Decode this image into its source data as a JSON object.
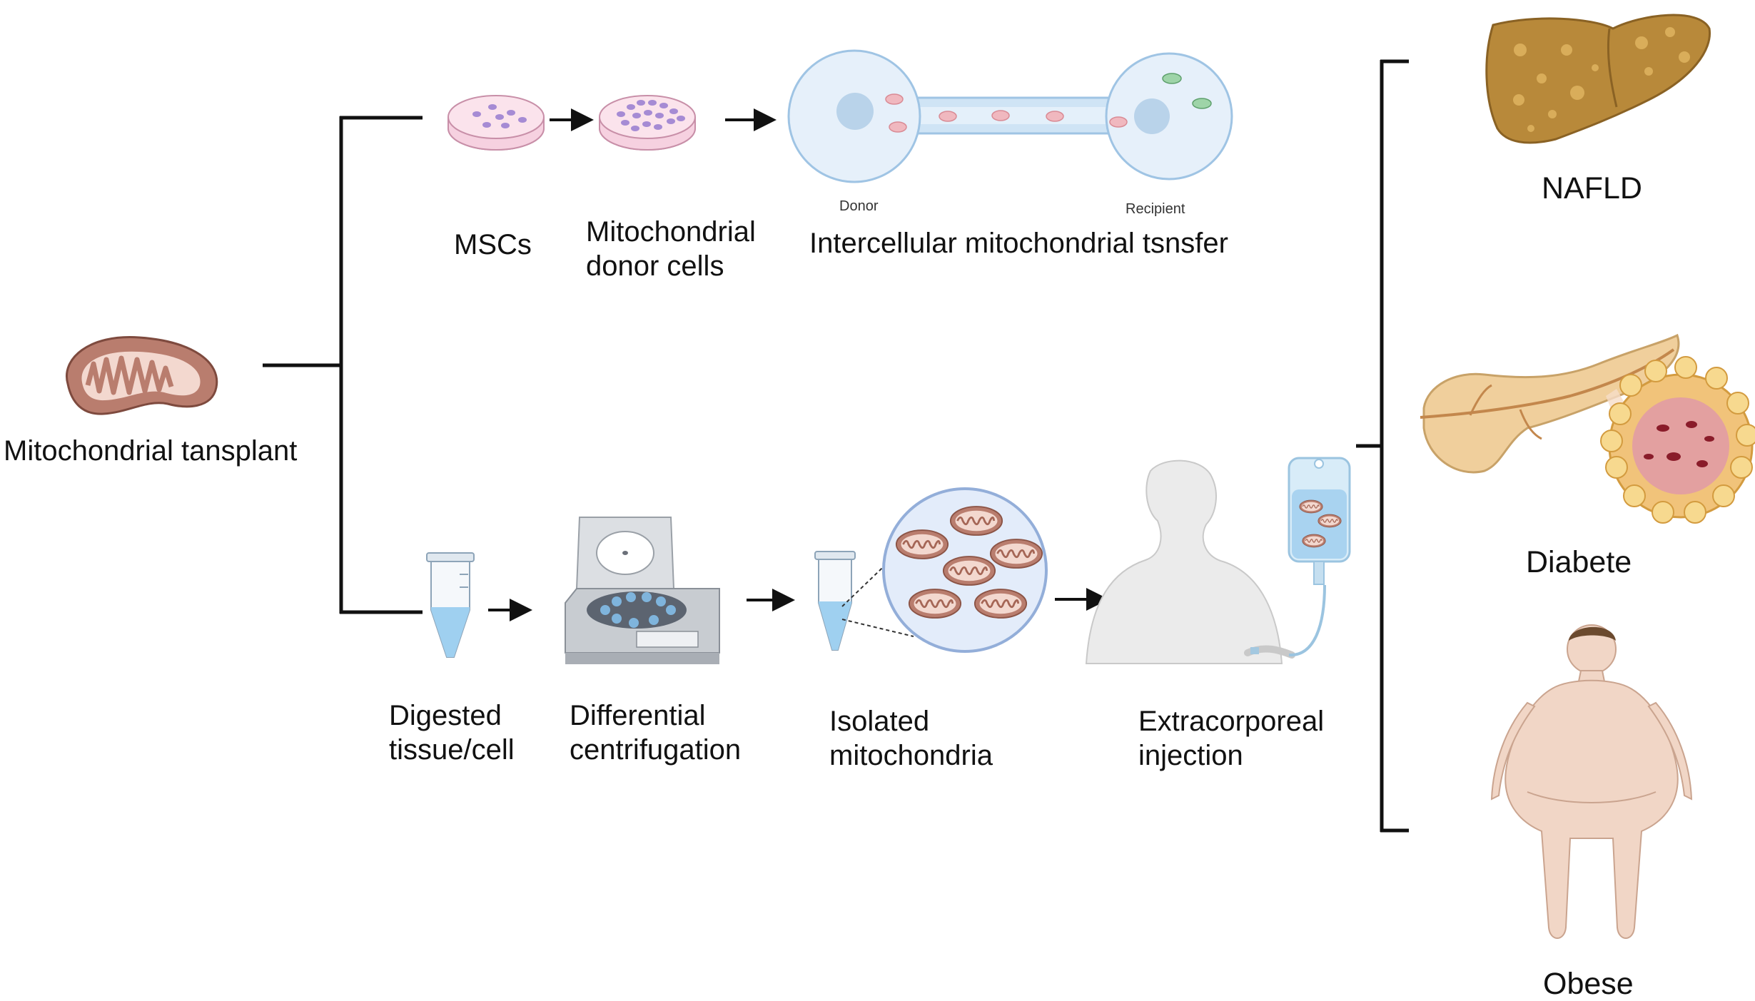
{
  "root": {
    "label": "Mitochondrial tansplant",
    "icon": "mitochondrion-icon"
  },
  "top_branch": {
    "steps": [
      {
        "label_lines": [
          "MSCs"
        ],
        "icon": "petri-dish-icon"
      },
      {
        "label_lines": [
          "Mitochondrial",
          "donor cells"
        ],
        "icon": "petri-dish-dense-icon"
      },
      {
        "label_lines": [
          "Intercellular mitochondrial tsnsfer"
        ],
        "icon": "cell-transfer-icon"
      }
    ],
    "donor_label": "Donor",
    "recipient_label": "Recipient"
  },
  "bottom_branch": {
    "steps": [
      {
        "label_lines": [
          "Digested",
          "tissue/cell"
        ],
        "icon": "test-tube-icon"
      },
      {
        "label_lines": [
          "Differential",
          "centrifugation"
        ],
        "icon": "centrifuge-icon"
      },
      {
        "label_lines": [
          "Isolated",
          "mitochondria"
        ],
        "icon": "isolated-mitochondria-icon"
      },
      {
        "label_lines": [
          "Extracorporeal",
          "injection"
        ],
        "icon": "iv-injection-icon"
      }
    ]
  },
  "outcomes": [
    {
      "label": "NAFLD",
      "icon": "fatty-liver-icon"
    },
    {
      "label": "Diabete",
      "icon": "pancreas-icon"
    },
    {
      "label": "Obese",
      "icon": "obese-person-icon"
    }
  ],
  "colors": {
    "mito_outer": "#b97d6e",
    "mito_inner": "#f3d8cf",
    "dish_pink": "#f4c6d8",
    "cell_blue": "#e6f0fa",
    "liver": "#b8893a",
    "skin": "#f1d6c6",
    "tube_blue": "#a9d3f0"
  }
}
